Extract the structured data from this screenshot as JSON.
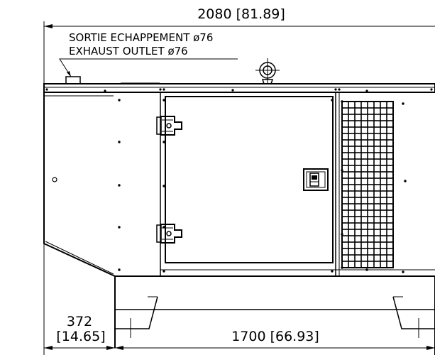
{
  "dimensions": {
    "overall_length": "2080 [81.89]",
    "front_overhang": "372",
    "front_overhang_in": "[14.65]",
    "base_length": "1700 [66.93]"
  },
  "notes": {
    "exhaust_fr": "SORTIE ECHAPPEMENT ø76",
    "exhaust_en": "EXHAUST OUTLET ø76"
  }
}
